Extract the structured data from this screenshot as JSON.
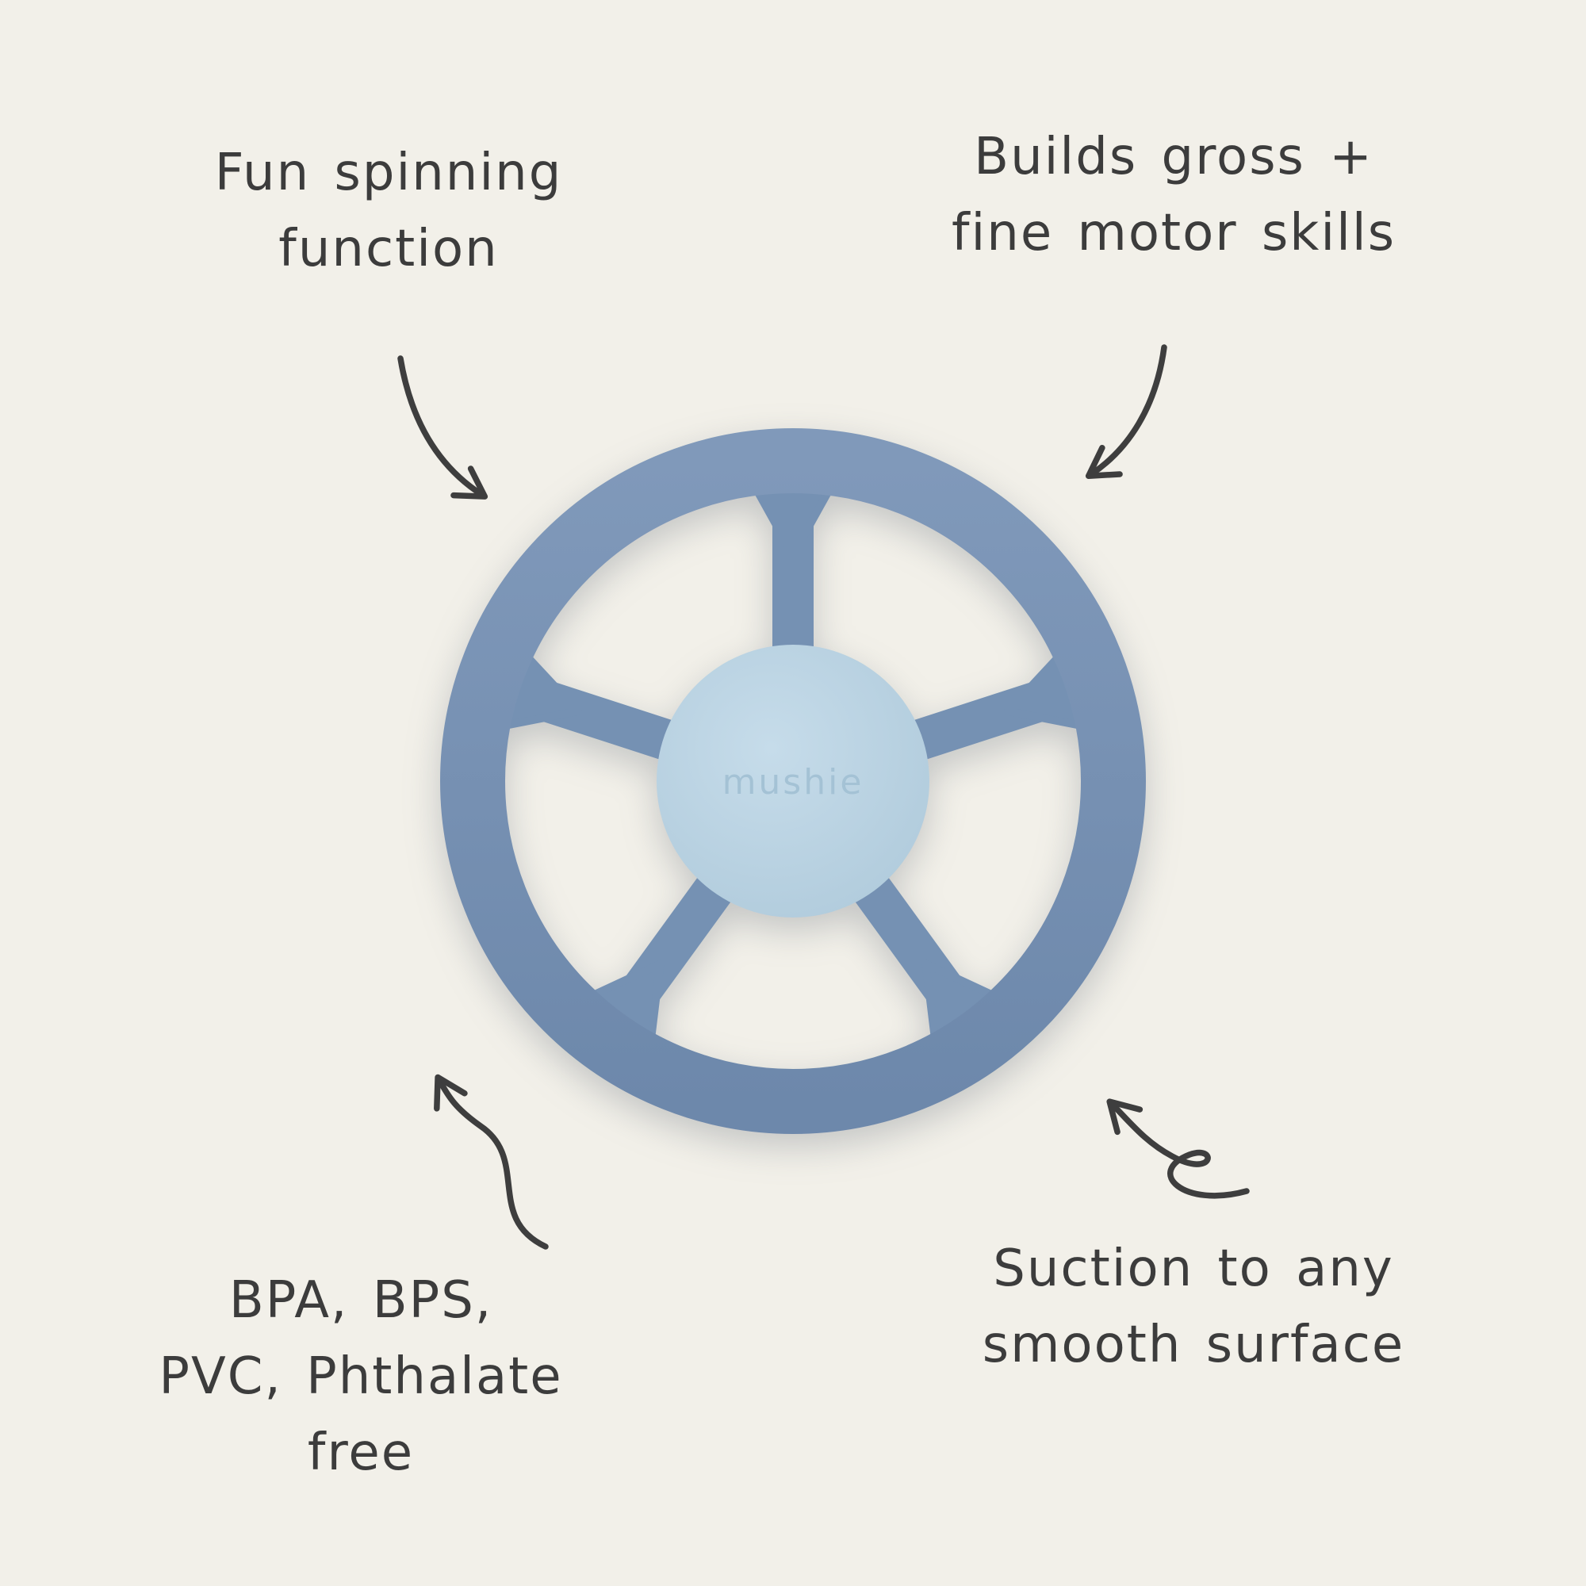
{
  "background_color": "#f2f0e9",
  "text_color": "#3c3c3c",
  "product": {
    "brand": "mushie",
    "type": "spinning wheel teether toy",
    "wheel_color": "#7591b3",
    "hub_color": "#b9d2e1"
  },
  "annotations": {
    "top_left": {
      "lines": [
        "Fun spinning",
        "function"
      ]
    },
    "top_right": {
      "lines": [
        "Builds gross +",
        "fine motor skills"
      ]
    },
    "bottom_left": {
      "lines": [
        "BPA, BPS,",
        "PVC, Phthalate",
        "free"
      ]
    },
    "bottom_right": {
      "lines": [
        "Suction to any",
        "smooth surface"
      ]
    }
  }
}
